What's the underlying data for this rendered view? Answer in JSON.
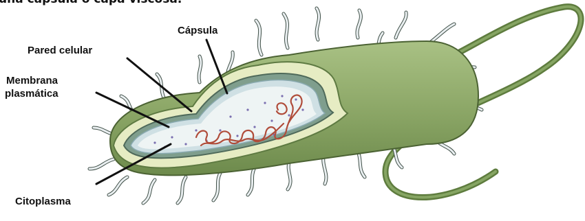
{
  "caption": "una cápsula o capa viscosa.",
  "labels": {
    "capsula": "Cápsula",
    "pared": "Pared celular",
    "membrana_line1": "Membrana",
    "membrana_line2": "plasmática",
    "citoplasma": "Citoplasma"
  },
  "colors": {
    "capsule_outer": "#8faa6a",
    "capsule_light": "#e6ecc3",
    "wall": "#7f9e8d",
    "membrane": "#cfe0e4",
    "cytoplasm": "#eef4f4",
    "dna": "#b04c3a",
    "pili": "#e9eef0"
  }
}
